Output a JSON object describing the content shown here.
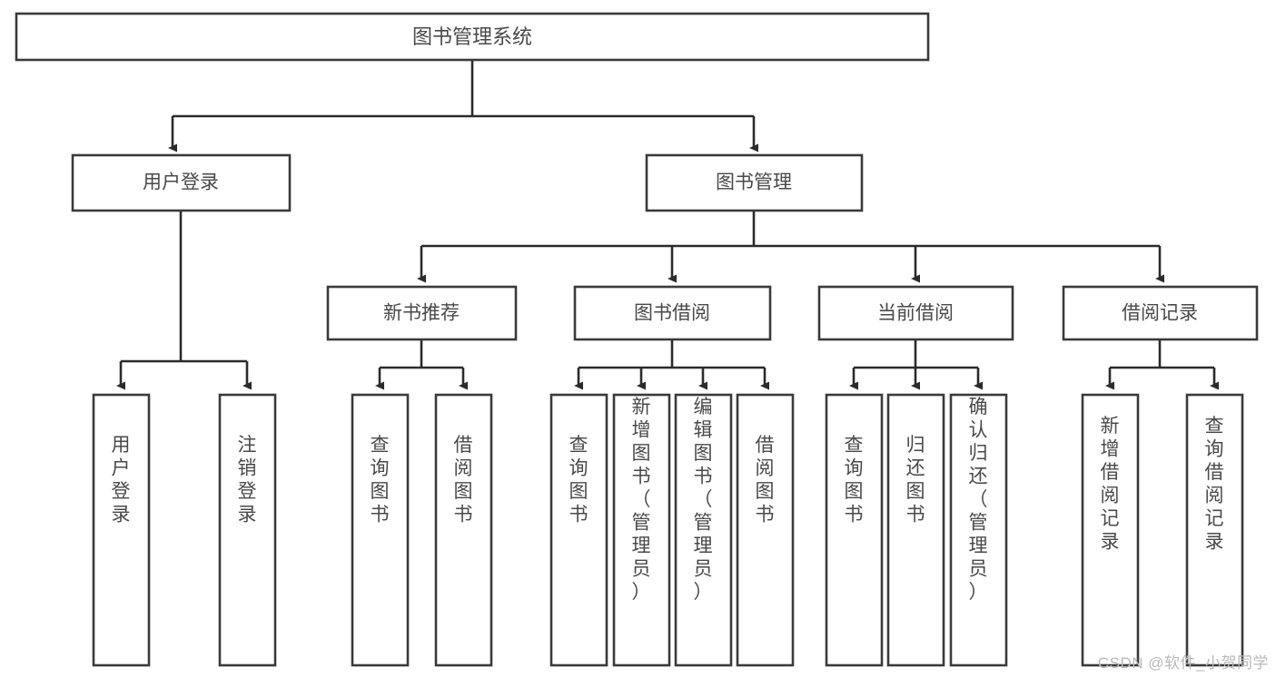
{
  "diagram": {
    "title": "图书管理系统",
    "type": "hierarchy-tree",
    "orientation": "top-down",
    "watermark": "CSDN @软件_小贺同学",
    "colors": {
      "background": "#ffffff",
      "box_stroke": "#3a3a3a",
      "connector": "#2b2b2b",
      "text": "#494949",
      "watermark": "#b9b9b9"
    },
    "levels": {
      "root_label": "图书管理系统",
      "level2": [
        "用户登录",
        "图书管理"
      ],
      "level3": [
        "新书推荐",
        "图书借阅",
        "当前借阅",
        "借阅记录"
      ]
    },
    "nodes": {
      "root": {
        "label": "图书管理系统"
      },
      "user_login": {
        "label": "用户登录"
      },
      "book_manage": {
        "label": "图书管理"
      },
      "new_book_rec": {
        "label": "新书推荐"
      },
      "book_borrow": {
        "label": "图书借阅"
      },
      "current_borrow": {
        "label": "当前借阅"
      },
      "borrow_record": {
        "label": "借阅记录"
      }
    },
    "leaves": {
      "user_login": [
        "用户登录",
        "注销登录"
      ],
      "new_book_rec": [
        "查询图书",
        "借阅图书"
      ],
      "book_borrow": [
        "查询图书",
        "新增图书（管理员）",
        "编辑图书（管理员）",
        "借阅图书"
      ],
      "current_borrow": [
        "查询图书",
        "归还图书",
        "确认归还（管理员）"
      ],
      "borrow_record": [
        "新增借阅记录",
        "查询借阅记录"
      ]
    }
  }
}
